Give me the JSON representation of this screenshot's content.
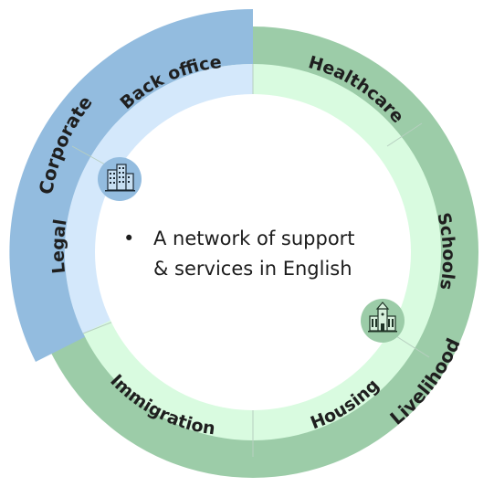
{
  "diagram": {
    "center_text_line1": "A network of support",
    "center_text_line2": "& services in English",
    "outer_segments": [
      {
        "label": "Corporate",
        "color": "#93bcdf"
      },
      {
        "label": "Livelihood",
        "color": "#9ccca8"
      }
    ],
    "inner_segments": [
      {
        "label": "Back office",
        "color": "#d4e8fb"
      },
      {
        "label": "Healthcare",
        "color": "#d9fbe0"
      },
      {
        "label": "Schools",
        "color": "#d9fbe0"
      },
      {
        "label": "Housing",
        "color": "#d9fbe0"
      },
      {
        "label": "Immigration",
        "color": "#d9fbe0"
      },
      {
        "label": "Legal",
        "color": "#d4e8fb"
      }
    ],
    "icons": [
      {
        "name": "office-building-icon",
        "color": "#93bcdf"
      },
      {
        "name": "town-hall-icon",
        "color": "#9ccca8"
      }
    ]
  }
}
